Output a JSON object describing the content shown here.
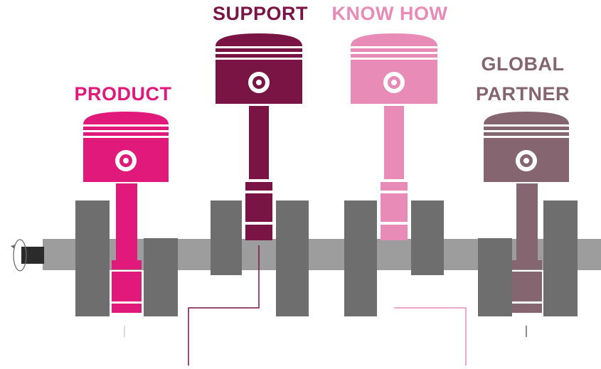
{
  "labels": {
    "product": "PRODUCT",
    "support": "SUPPORT",
    "know_how": "KNOW HOW",
    "global_partner_line1": "GLOBAL",
    "global_partner_line2": "PARTNER"
  },
  "colors": {
    "product": "#e0197a",
    "support": "#7a1444",
    "know_how": "#e88bb6",
    "global_partner": "#85656f",
    "crank_web": "#6e6e6e",
    "crank_shaft": "#9d9d9d",
    "shaft_end": "#2b2b2b"
  },
  "icons": {
    "rotation": "rotation-arrow-icon",
    "piston_pin": "piston-pin-icon"
  }
}
